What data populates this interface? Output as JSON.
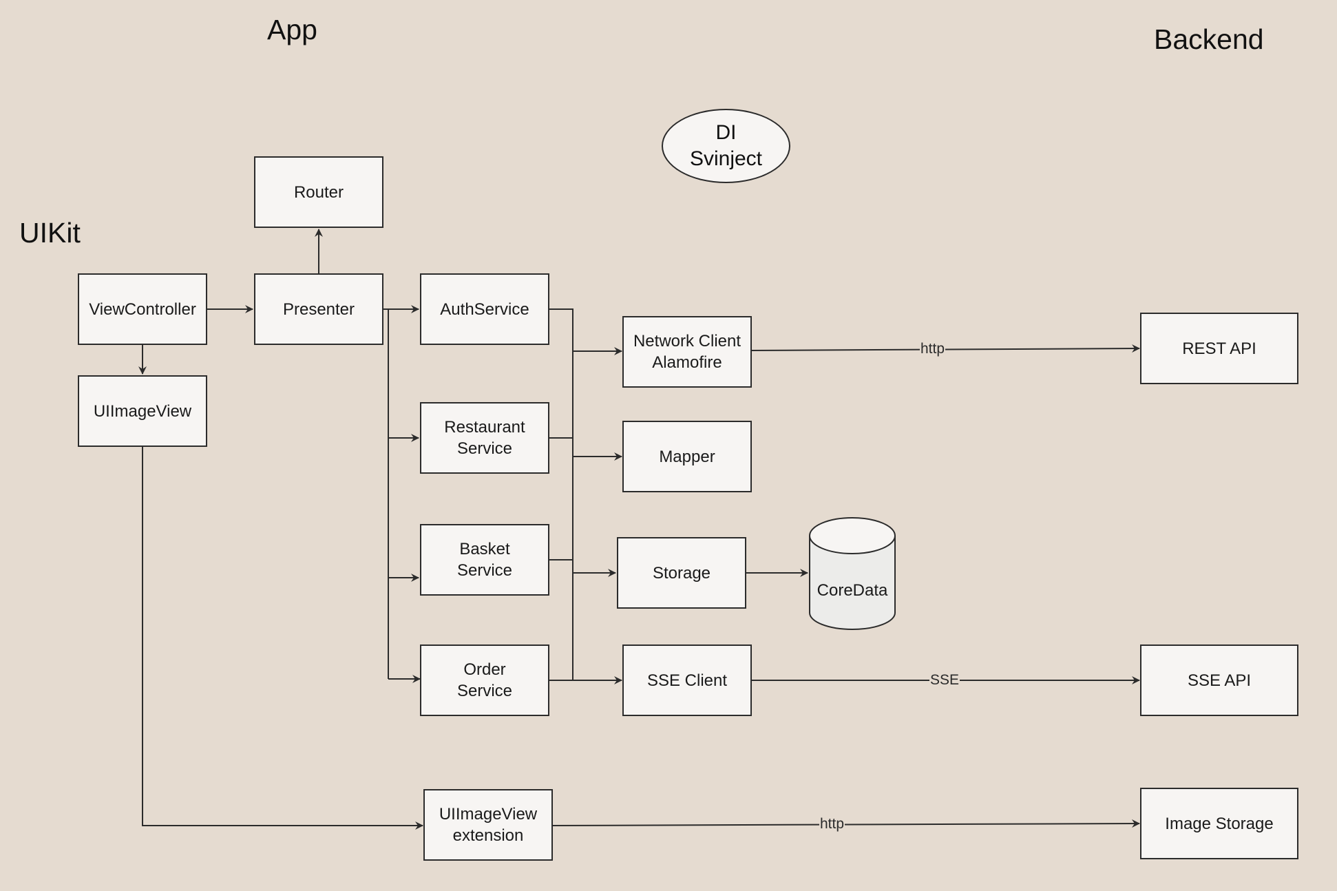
{
  "sections": {
    "app": "App",
    "backend": "Backend",
    "uikit": "UIKit"
  },
  "di": {
    "line1": "DI",
    "line2": "Svinject"
  },
  "nodes": {
    "router": "Router",
    "view_controller": "ViewController",
    "presenter": "Presenter",
    "uiimageview": "UIImageView",
    "auth_service": "AuthService",
    "restaurant_service": "Restaurant\nService",
    "basket_service": "Basket\nService",
    "order_service": "Order\nService",
    "network_client": "Network Client\nAlamofire",
    "mapper": "Mapper",
    "storage": "Storage",
    "core_data": "CoreData",
    "sse_client": "SSE Client",
    "rest_api": "REST API",
    "sse_api": "SSE API",
    "uiimageview_extension": "UIImageView\nextension",
    "image_storage": "Image Storage"
  },
  "edge_labels": {
    "network_to_rest": "http",
    "sse_to_api": "SSE",
    "extension_to_images": "http"
  },
  "colors": {
    "background": "#e5dbd0",
    "box_fill": "#f7f5f3",
    "stroke": "#2b2b2b"
  }
}
